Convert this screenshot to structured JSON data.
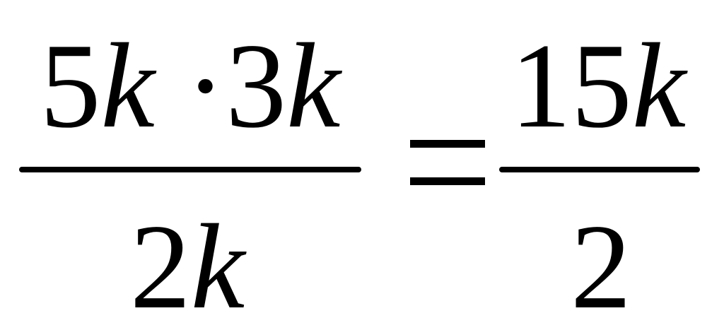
{
  "equation": {
    "left": {
      "numerator": {
        "term1_coef": "5",
        "term1_var": "k",
        "dot": "·",
        "term2_coef": "3",
        "term2_var": "k"
      },
      "denominator": {
        "coef": "2",
        "var": "k"
      }
    },
    "equals": "=",
    "right": {
      "numerator": {
        "coef": "15",
        "var": "k"
      },
      "denominator": {
        "coef": "2"
      }
    }
  },
  "colors": {
    "ink": "#000000",
    "background": "#ffffff"
  }
}
